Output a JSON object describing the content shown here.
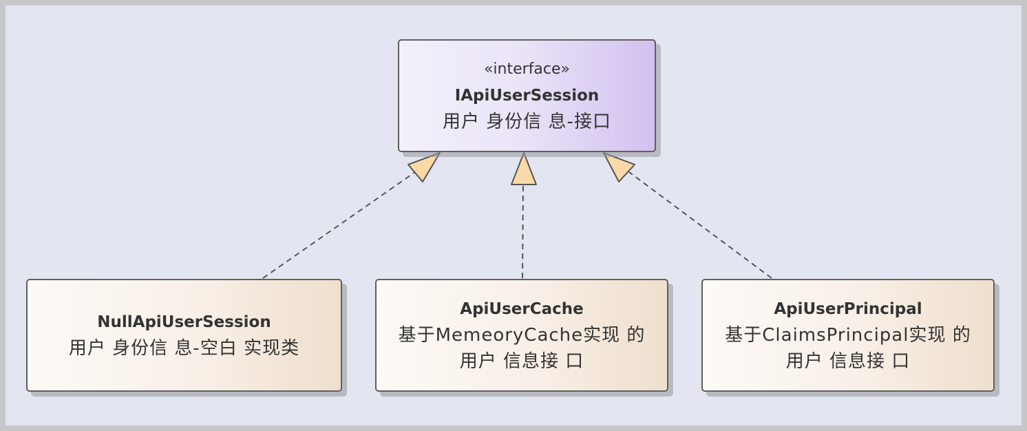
{
  "diagram": {
    "interface": {
      "stereotype": "«interface»",
      "name": "IApiUserSession",
      "description": "用户 身份信 息-接口"
    },
    "classes": [
      {
        "name": "NullApiUserSession",
        "lines": [
          "用户 身份信 息-空白 实现类"
        ]
      },
      {
        "name": "ApiUserCache",
        "lines": [
          "基于MemeoryCache实现 的",
          "用户 信息接 口"
        ]
      },
      {
        "name": "ApiUserPrincipal",
        "lines": [
          "基于ClaimsPrincipal实现 的",
          "用户 信息接 口"
        ]
      }
    ],
    "relationship": "realization",
    "colors": {
      "background": "#e3e6f1",
      "frame": "#c7c7c9",
      "interface_fill_start": "#f3f0fb",
      "interface_fill_end": "#d2c1ef",
      "class_fill_start": "#fdfaf7",
      "class_fill_end": "#efdfcd",
      "arrowhead_fill": "#f9d9a6",
      "line": "#555555"
    }
  }
}
